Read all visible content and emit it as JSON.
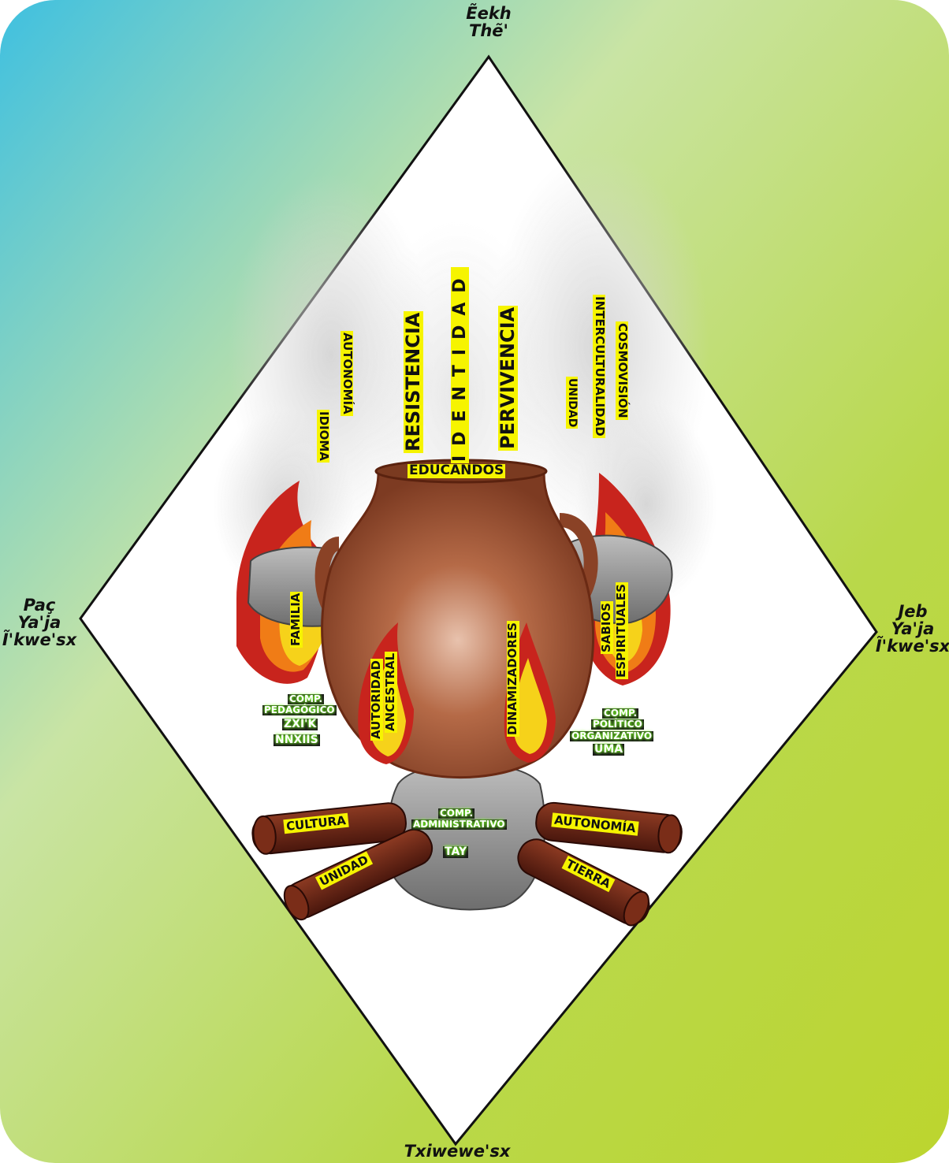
{
  "directions": {
    "top": [
      "Ẽekh",
      "Thẽ'"
    ],
    "left": [
      "Paç",
      "Ya'ja",
      "Ĩ'kwe'sx"
    ],
    "right": [
      "Jeb",
      "Ya'ja",
      "Ĩ'kwe'sx"
    ],
    "bottom": [
      "Txiwewe'sx"
    ]
  },
  "smoke_words": {
    "center": "IDENTIDAD",
    "resistencia": "RESISTENCIA",
    "pervivencia": "PERVIVENCIA",
    "autonomia": "AUTONOMÍA",
    "idioma": "IDIOMA",
    "cosmovision": "COSMOVISIÓN",
    "interculturalidad": "INTERCULTURALIDAD",
    "unidad": "UNIDAD"
  },
  "pot": {
    "label": "EDUCANDOS"
  },
  "flames": {
    "familia": "FAMILIA",
    "autoridad_ancestral": [
      "AUTORIDAD",
      "ANCESTRAL"
    ],
    "dinamizadores": "DINAMIZADORES",
    "sabios_espirituales": [
      "SABIOS",
      "ESPIRITUALES"
    ]
  },
  "stones": {
    "pedagogico": [
      "COMP.",
      "PEDAGÓGICO",
      "ZXI'K",
      "NNXIIS"
    ],
    "politico": [
      "COMP.",
      "POLÍTICO",
      "ORGANIZATIVO",
      "UMA"
    ],
    "administrativo": [
      "COMP.",
      "ADMINISTRATIVO",
      "TAY"
    ]
  },
  "logs": {
    "cultura": "CULTURA",
    "unidad": "UNIDAD",
    "autonomia": "AUTONOMÍA",
    "tierra": "TIERRA"
  },
  "colors": {
    "bg_top_left": "#3fc0e0",
    "bg_mid": "#c9e4a4",
    "bg_bottom_right": "#bcd52e",
    "pot": "#a45a3c",
    "flame_red": "#c8241d",
    "flame_yellow": "#f6d21a",
    "highlight": "#f6f400",
    "stone": "#8f8f8f",
    "log": "#6a2416"
  }
}
